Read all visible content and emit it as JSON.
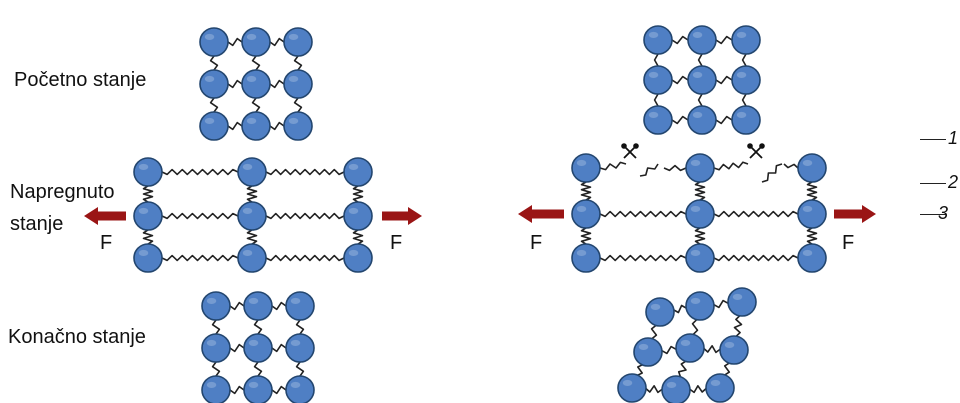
{
  "labels": {
    "initial": "Početno stanje",
    "stressed_line1": "Napregnuto",
    "stressed_line2": "stanje",
    "final": "Konačno stanje"
  },
  "force_label": "F",
  "legend": [
    "1",
    "2",
    "3"
  ],
  "colors": {
    "atom_fill": "#4f7fc4",
    "atom_stroke": "#23466f",
    "bond": "#222222",
    "arrow": "#9a1515",
    "background": "#ffffff"
  },
  "icons": {
    "atom": "circle",
    "bond": "zigzag-spring",
    "broken_bond": "scissors-icon",
    "force": "arrow-icon"
  }
}
